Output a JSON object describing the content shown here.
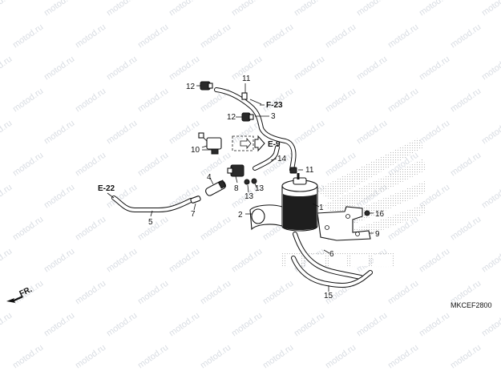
{
  "watermark_text": "motod.ru",
  "diagram_code": "MKCEF2800",
  "direction_marker": "FR.",
  "callouts": {
    "c1": "1",
    "c2": "2",
    "c3": "3",
    "c4": "4",
    "c5": "5",
    "c6": "6",
    "c7": "7",
    "c8": "8",
    "c9": "9",
    "c10": "10",
    "c11a": "11",
    "c11b": "11",
    "c12a": "12",
    "c12b": "12",
    "c13a": "13",
    "c13b": "13",
    "c14": "14",
    "c15": "15",
    "c16": "16"
  },
  "references": {
    "f23": "F-23",
    "e9": "E-9",
    "e22": "E-22"
  }
}
